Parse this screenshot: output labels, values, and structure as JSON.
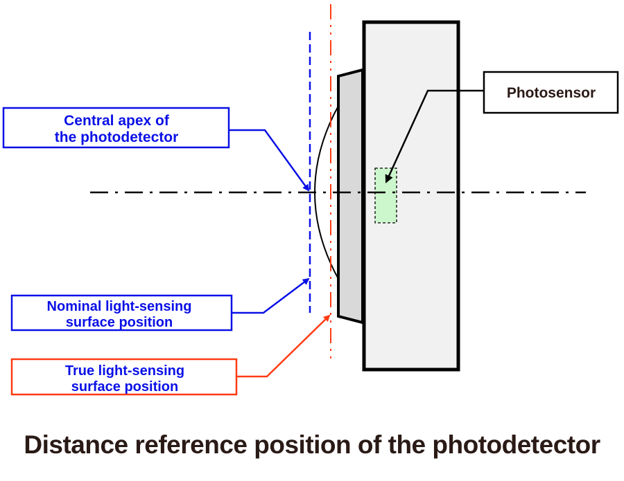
{
  "labels": {
    "central_apex": [
      "Central apex of",
      "the photodetector"
    ],
    "nominal_surface": [
      "Nominal light-sensing",
      "surface position"
    ],
    "true_surface": [
      "True light-sensing",
      "surface position"
    ],
    "photosensor": "Photosensor"
  },
  "caption": "Distance reference position of the photodetector",
  "colors": {
    "blue": "#0a10e6",
    "red": "#ff3b14",
    "black": "#000000",
    "dark_text": "#2a1a16",
    "housing_fill": "#f1f1f1",
    "window_fill": "#d9d9d9",
    "sensor_fill": "#ccf7cc"
  }
}
